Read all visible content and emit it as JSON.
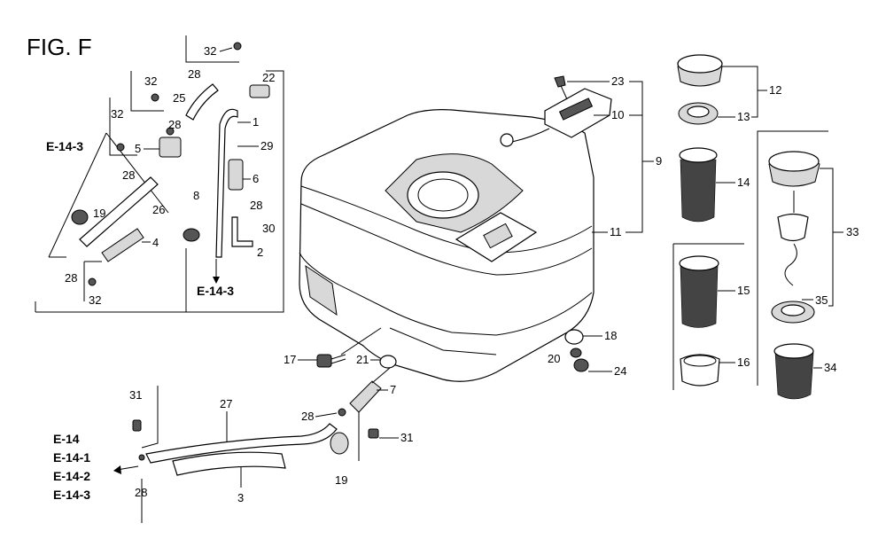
{
  "figure": {
    "title": "FIG. F"
  },
  "colors": {
    "ink": "#000000",
    "background": "#ffffff",
    "shade": "#d8d8d8"
  },
  "labels": {
    "p1": "1",
    "p2": "2",
    "p3": "3",
    "p4": "4",
    "p5": "5",
    "p6": "6",
    "p7": "7",
    "p8": "8",
    "p9": "9",
    "p10": "10",
    "p11": "11",
    "p12": "12",
    "p13": "13",
    "p14": "14",
    "p15": "15",
    "p16": "16",
    "p17": "17",
    "p18": "18",
    "p19a": "19",
    "p19b": "19",
    "p20": "20",
    "p21": "21",
    "p22": "22",
    "p23": "23",
    "p24": "24",
    "p25": "25",
    "p26": "26",
    "p27": "27",
    "p28a": "28",
    "p28b": "28",
    "p28c": "28",
    "p28d": "28",
    "p28e": "28",
    "p28f": "28",
    "p28g": "28",
    "p29": "29",
    "p30": "30",
    "p31a": "31",
    "p31b": "31",
    "p32a": "32",
    "p32b": "32",
    "p32c": "32",
    "p32d": "32",
    "p33": "33",
    "p34": "34",
    "p35": "35"
  },
  "refs": {
    "e143_top": "E-14-3",
    "e143_mid": "E-14-3",
    "e14": "E-14",
    "e141": "E-14-1",
    "e142": "E-14-2",
    "e143_bottom": "E-14-3"
  }
}
